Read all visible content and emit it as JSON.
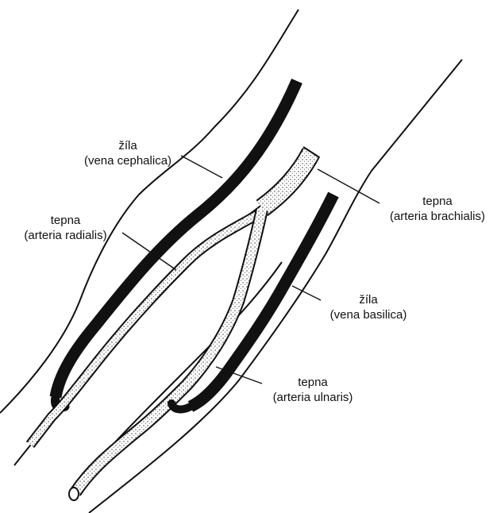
{
  "labels": {
    "vena_cephalica": {
      "line1": "žíla",
      "line2": "(vena cephalica)"
    },
    "arteria_radialis": {
      "line1": "tepna",
      "line2": "(arteria radialis)"
    },
    "arteria_brachialis": {
      "line1": "tepna",
      "line2": "(arteria brachialis)"
    },
    "vena_basilica": {
      "line1": "žíla",
      "line2": "(vena basilica)"
    },
    "arteria_ulnaris": {
      "line1": "tepna",
      "line2": "(arteria ulnaris)"
    }
  },
  "colors": {
    "ink": "#111111",
    "background": "#ffffff",
    "stipple": "#555555"
  }
}
